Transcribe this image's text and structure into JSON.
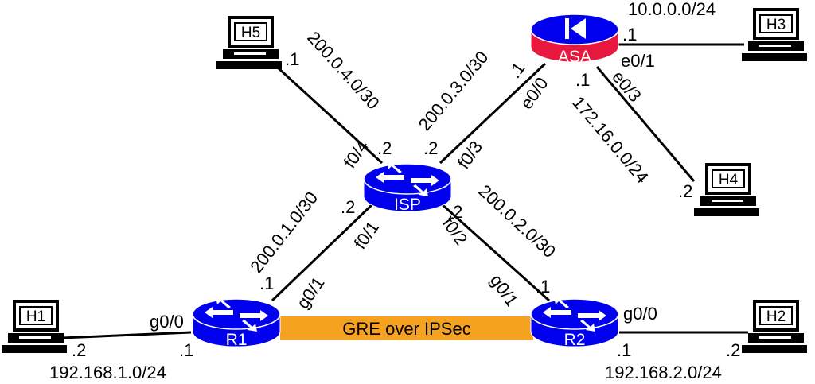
{
  "devices": {
    "isp": "ISP",
    "r1": "R1",
    "r2": "R2",
    "asa": "ASA"
  },
  "hosts": {
    "h1": "H1",
    "h2": "H2",
    "h3": "H3",
    "h4": "H4",
    "h5": "H5"
  },
  "tunnel": "GRE over IPSec",
  "networks": {
    "h5_isp": "200.0.4.0/30",
    "isp_asa": "200.0.3.0/30",
    "isp_r1": "200.0.1.0/30",
    "isp_r2": "200.0.2.0/30",
    "asa_h3": "10.0.0.0/24",
    "asa_h4": "172.16.0.0/24",
    "lan1": "192.168.1.0/24",
    "lan2": "192.168.2.0/24"
  },
  "interfaces": {
    "isp_f04": "f0/4",
    "isp_f03": "f0/3",
    "isp_f01": "f0/1",
    "isp_f02": "f0/2",
    "asa_e00": "e0/0",
    "asa_e01": "e0/1",
    "asa_e03": "e0/3",
    "r1_g00": "g0/0",
    "r1_g01": "g0/1",
    "r2_g00": "g0/0",
    "r2_g01": "g0/1"
  },
  "addresses": {
    "h5": ".1",
    "isp_f04": ".2",
    "isp_f03": ".2",
    "isp_f01": ".2",
    "isp_f02": ".2",
    "asa_e00": ".1",
    "asa_e01": ".1",
    "asa_e03": ".1",
    "h4": ".2",
    "r1_g01": ".1",
    "r2_g01": ".1",
    "h1": ".2",
    "r1_g00": ".1",
    "r2_g00": ".1",
    "h2": ".2"
  },
  "colors": {
    "router": "#0000ee",
    "firewall": "#e8173e",
    "tunnel": "#f4a21f",
    "link": "#000000"
  }
}
